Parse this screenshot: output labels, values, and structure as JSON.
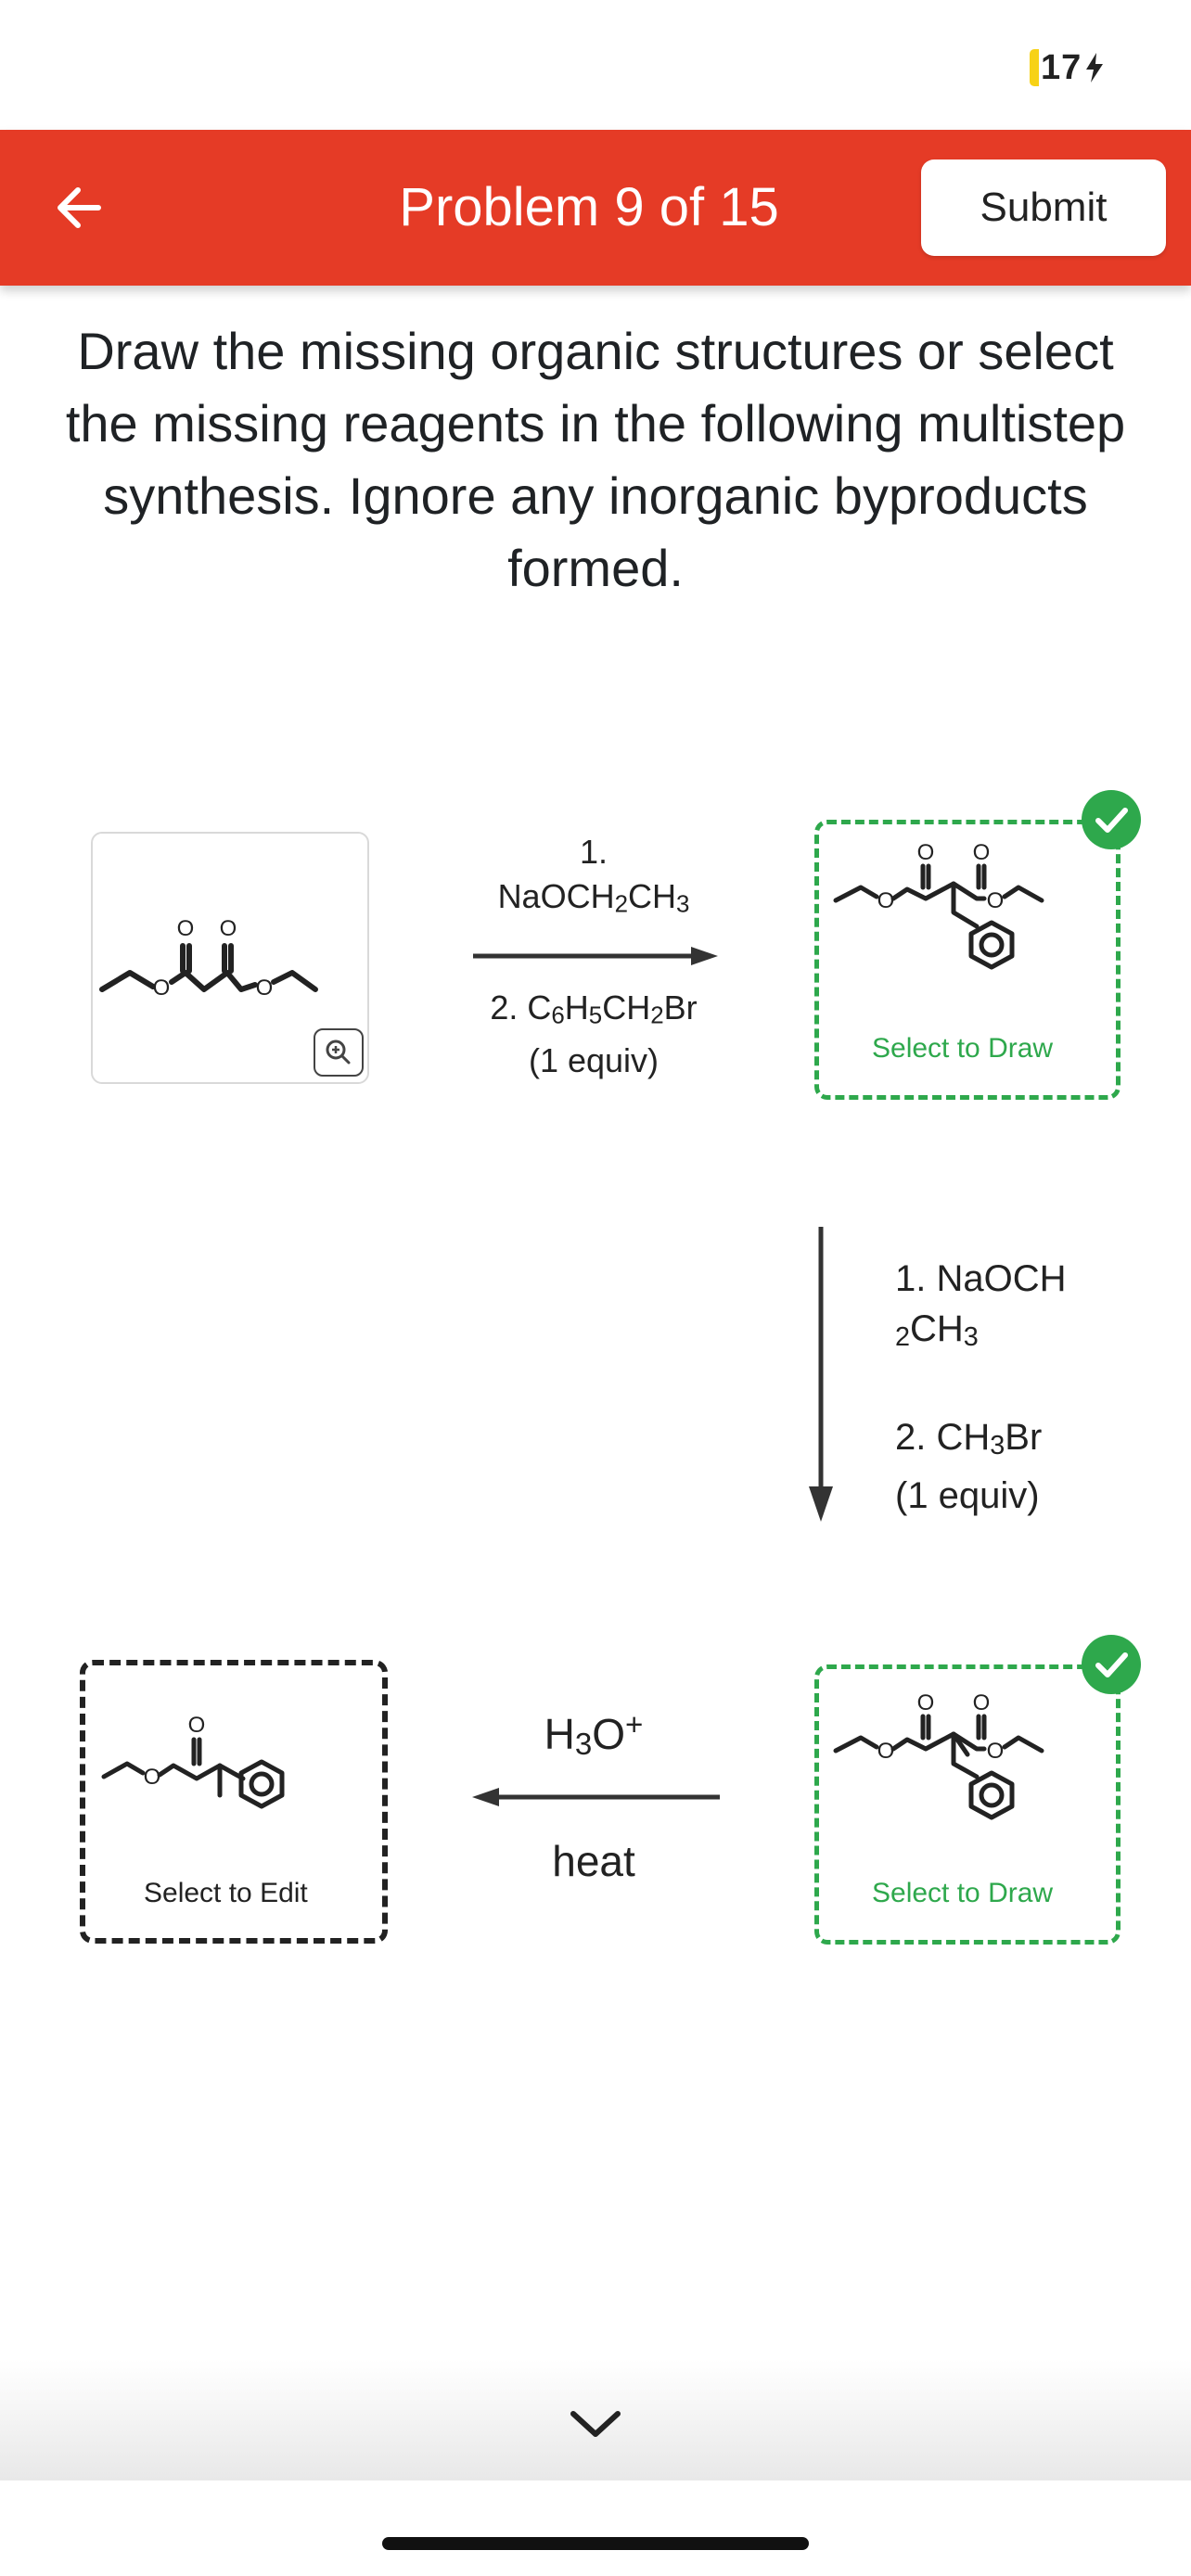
{
  "status": {
    "battery": "17"
  },
  "header": {
    "title": "Problem 9 of 15",
    "submit_label": "Submit"
  },
  "instructions": "Draw the missing organic structures or select the missing reagents in the following multistep synthesis. Ignore any inorganic byproducts formed.",
  "molecules": {
    "atom_o": "O"
  },
  "steps": {
    "step1": {
      "line1": "1.",
      "line2_a": "NaOCH",
      "line2_b": "2",
      "line2_c": "CH",
      "line2_d": "3",
      "line3_a": "2. C",
      "line3_b": "6",
      "line3_c": "H",
      "line3_d": "5",
      "line3_e": "CH",
      "line3_f": "2",
      "line3_g": "Br",
      "line4": "(1 equiv)"
    },
    "step2": {
      "line1": "1. NaOCH",
      "line2_a": "2",
      "line2_b": "CH",
      "line2_c": "3",
      "line3_a": "2. CH",
      "line3_b": "3",
      "line3_c": "Br",
      "line4": "(1 equiv)"
    },
    "step3": {
      "above_a": "H",
      "above_b": "3",
      "above_c": "O",
      "above_d": "+",
      "below": "heat"
    }
  },
  "boxes": {
    "draw1_label": "Select to Draw",
    "draw2_label": "Select to Draw",
    "edit_label": "Select to Edit"
  },
  "colors": {
    "header": "#e53b26",
    "accent_green": "#2ea84c"
  }
}
